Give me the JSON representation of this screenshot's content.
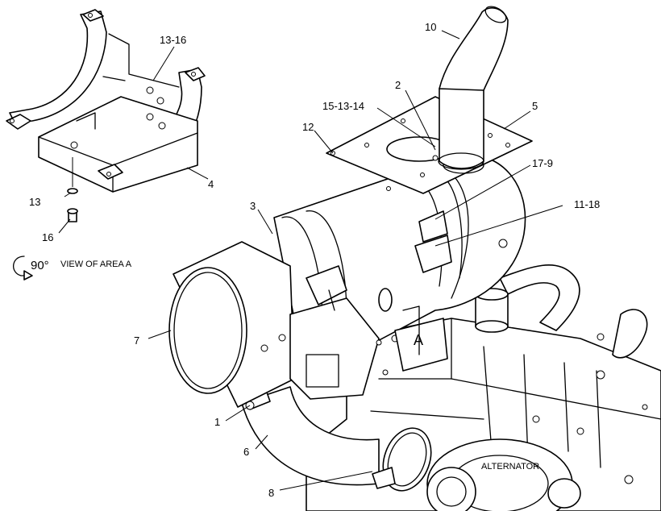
{
  "callouts": {
    "c1": "1",
    "c2": "2",
    "c3": "3",
    "c4": "4",
    "c5": "5",
    "c6": "6",
    "c7": "7",
    "c8": "8",
    "c10": "10",
    "c12": "12",
    "c13": "13",
    "c16": "16",
    "c13_16": "13-16",
    "c15_13_14": "15-13-14",
    "c17_9": "17-9",
    "c11_18": "11-18"
  },
  "view": {
    "rotation": "90°",
    "caption": "VIEW OF AREA A",
    "area_marker": "A"
  },
  "component_labels": {
    "alternator": "ALTERNATOR"
  }
}
